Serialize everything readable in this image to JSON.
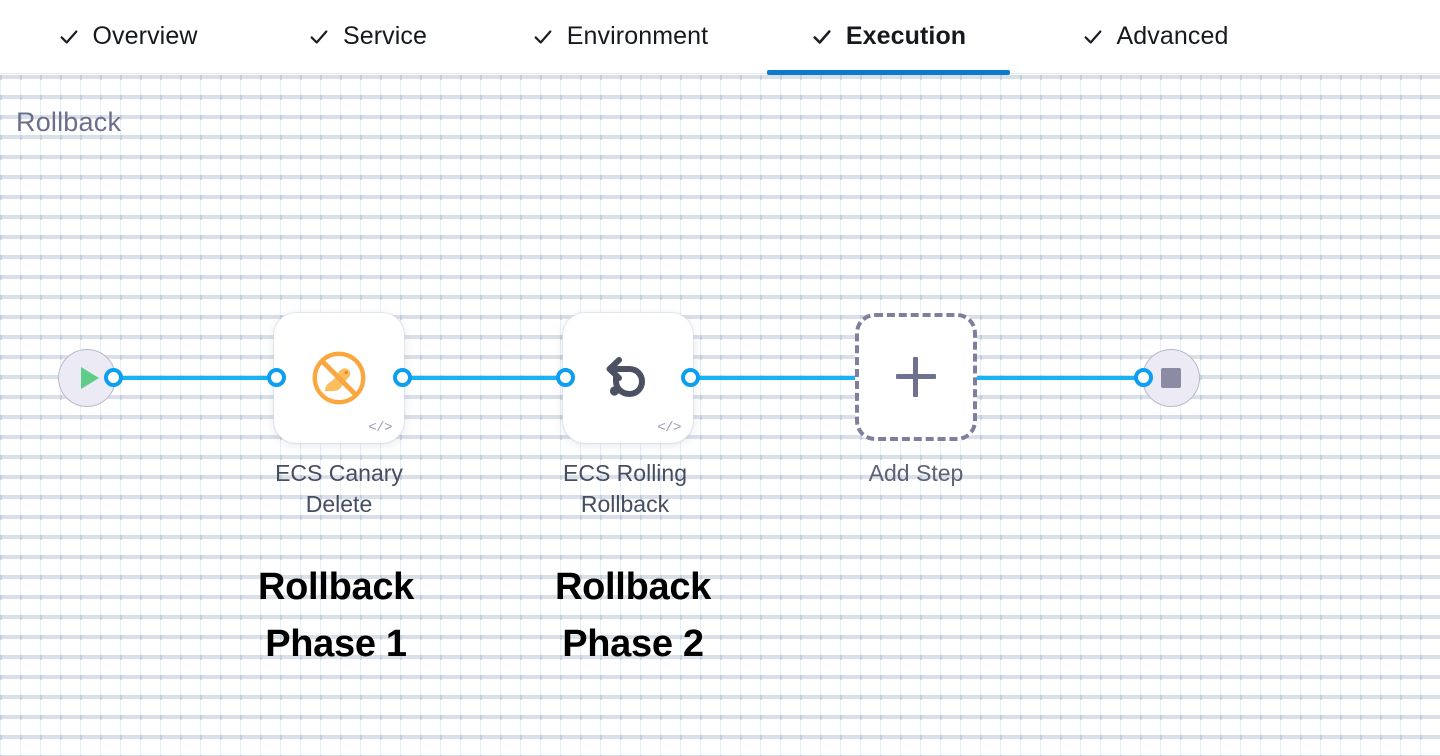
{
  "tabs": [
    {
      "label": "Overview",
      "icon": "check-icon",
      "active": false
    },
    {
      "label": "Service",
      "icon": "check-icon",
      "active": false
    },
    {
      "label": "Environment",
      "icon": "check-icon",
      "active": false
    },
    {
      "label": "Execution",
      "icon": "check-icon",
      "active": true
    },
    {
      "label": "Advanced",
      "icon": "check-icon",
      "active": false
    }
  ],
  "panel": {
    "title": "Rollback"
  },
  "diagram": {
    "start_node": {
      "name": "start-node",
      "icon": "play-icon"
    },
    "end_node": {
      "name": "end-node",
      "icon": "stop-icon"
    },
    "steps": [
      {
        "label_line1": "ECS Canary",
        "label_line2": "Delete",
        "icon": "canary-delete-icon",
        "code_badge": "</>"
      },
      {
        "label_line1": "ECS Rolling",
        "label_line2": "Rollback",
        "icon": "rollback-arrow-icon",
        "code_badge": "</>"
      }
    ],
    "add_step": {
      "label": "Add Step",
      "icon": "plus-icon"
    }
  },
  "annotations": [
    {
      "line1": "Rollback",
      "line2": "Phase 1"
    },
    {
      "line1": "Rollback",
      "line2": "Phase 2"
    }
  ],
  "colors": {
    "accent_blue": "#0b79d0",
    "edge_blue": "#17b3f7",
    "port_blue": "#0c9ef0",
    "canary_orange": "#f5a623",
    "play_green": "#5fcc8a",
    "terminal_fill": "#ecebf5",
    "title_gray": "#6b6f8c"
  }
}
